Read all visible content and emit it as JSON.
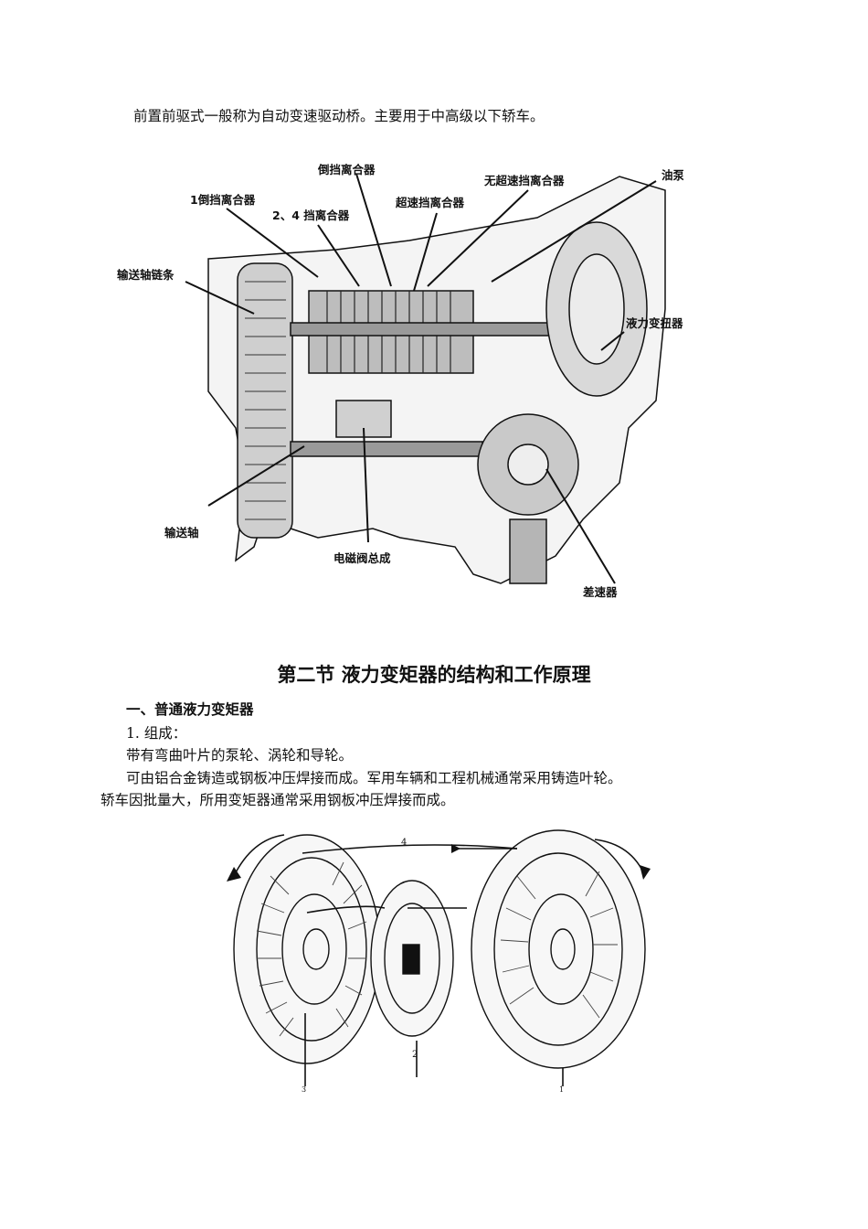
{
  "intro": "前置前驱式一般称为自动变速驱动桥。主要用于中高级以下轿车。",
  "figure1": {
    "labels": {
      "reverse_clutch": "倒挡离合器",
      "no_overdrive_clutch": "无超速挡离合器",
      "oil_pump": "油泵",
      "first_reverse_clutch": "1倒挡离合器",
      "second_fourth_clutch": "2、4 挡离合器",
      "overdrive_clutch": "超速挡离合器",
      "transfer_chain": "输送轴链条",
      "torque_converter": "液力变扭器",
      "transfer_shaft": "输送轴",
      "solenoid_valve": "电磁阀总成",
      "differential": "差速器"
    }
  },
  "section_title": "第二节  液力变矩器的结构和工作原理",
  "subsection": "一、普通液力变矩器",
  "item1": "1.  组成：",
  "para1": "带有弯曲叶片的泵轮、涡轮和导轮。",
  "para2_line1": "可由铝合金铸造或钢板冲压焊接而成。军用车辆和工程机械通常采用铸造叶轮。",
  "para2_line2": "轿车因批量大，所用变矩器通常采用钢板冲压焊接而成。",
  "figure2": {
    "labels": {
      "n4": "4",
      "n2": "2",
      "n3": "3",
      "n1": "1"
    }
  }
}
